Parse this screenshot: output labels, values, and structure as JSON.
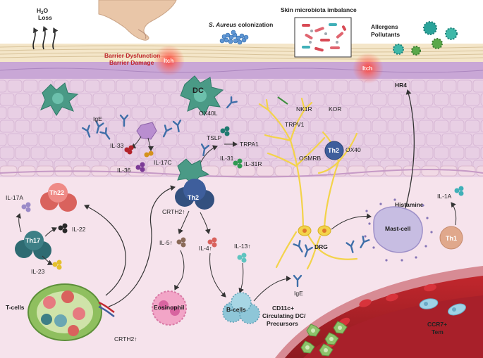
{
  "top": {
    "h2o_loss": [
      "H",
      "2",
      "O",
      "Loss"
    ],
    "aureus": [
      "S. Aureus",
      " colonization"
    ],
    "microbiota": "Skin microbiota imbalance",
    "allergens": [
      "Allergens",
      "Pollutants"
    ],
    "barrier": [
      "Barrier Dysfunction",
      "Barrier Damage"
    ],
    "itch_left": "Itch",
    "itch_right": "Itch"
  },
  "epidermis": {
    "dc": "DC",
    "ox40l": "OX40L",
    "ige_top": "IgE",
    "il33": "IL-33",
    "il36": "IL-36",
    "il17c": "IL-17C",
    "tslp": "TSLP",
    "trpa1": "TRPA1",
    "il31": "IL-31",
    "il31r": "IL-31R",
    "nk1r": "NK1R",
    "kor": "KOR",
    "trpv1": "TRPV1",
    "osmrb": "OSMRB",
    "th2_nerve": "Th2",
    "ox40": "OX40",
    "hr4": "HR4"
  },
  "dermis": {
    "il17a": "IL-17A",
    "th22": "Th22",
    "il22": "IL-22",
    "th17": "Th17",
    "il23": "IL-23",
    "th2_main": "Th2",
    "crth2_top": "CRTH2↑",
    "il5": "IL-5↑",
    "il4": "IL-4↑",
    "il13": "IL-13↑",
    "eosinophil": "Eosinophil",
    "crth2_bottom": "CRTH2↑",
    "bcells": "B-cells",
    "ige_bottom": "IgE",
    "dc_circ": [
      "CD11c+",
      "Circulating DC/",
      "Precursors"
    ],
    "tcells": "T-cells",
    "drg": "DRG",
    "histamine": "Histamine",
    "mast": "Mast-cell",
    "il1a": "IL-1A",
    "th1": "Th1",
    "ccr7": [
      "CCR7+",
      "Tem"
    ]
  },
  "colors": {
    "epidermis": "#e8cfe4",
    "stratum": "#f4e6c9",
    "dermis": "#f6e3ec",
    "th2": "#3e5e9c",
    "th17": "#3d7f86",
    "th22": "#ef8a86",
    "nerve": "#f3d34a",
    "vessel": "#b2232b",
    "itch": "#e8322e"
  }
}
